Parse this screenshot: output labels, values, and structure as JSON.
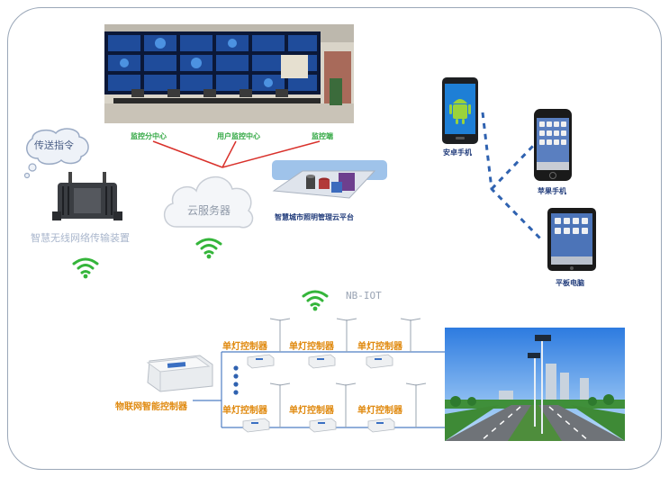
{
  "labels": {
    "monitor_sub": "监控分中心",
    "user_monitor": "用户监控中心",
    "monitor_end": "监控端",
    "cloud": "云服务器",
    "platform": "智慧城市照明管理云平台",
    "bubble": "传送指令",
    "wireless_device": "智慧无线网络传输装置",
    "android": "安卓手机",
    "iphone": "苹果手机",
    "tablet": "平板电脑",
    "nbiot": "NB-IOT",
    "iot_controller": "物联网智能控制器",
    "single_lamp": "单灯控制器"
  },
  "colors": {
    "accent_red": "#d9312b",
    "green_text": "#33a844",
    "orange_text": "#e08a10",
    "navy_text": "#1f3a7a",
    "link_blue": "#2f62b0",
    "wifi_green": "#34b53a"
  }
}
